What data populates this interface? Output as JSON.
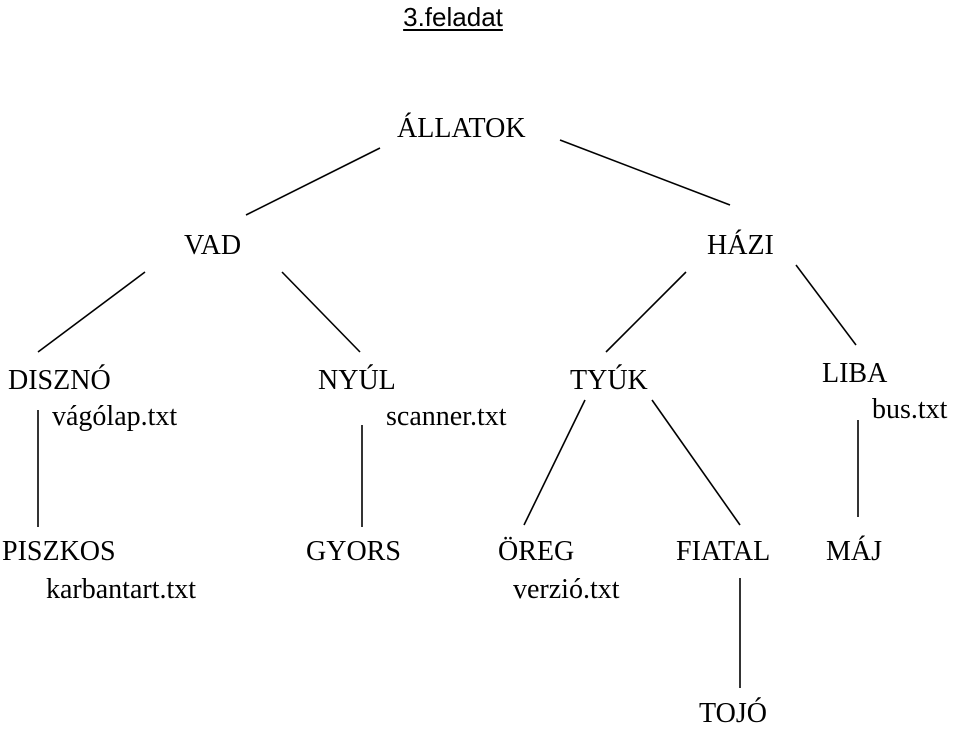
{
  "title": "3.feladat",
  "nodes": {
    "allatok": "ÁLLATOK",
    "vad": "VAD",
    "hazi": "HÁZI",
    "diszno": "DISZNÓ",
    "nyul": "NYÚL",
    "tyuk": "TYÚK",
    "liba": "LIBA",
    "piszkos": "PISZKOS",
    "gyors": "GYORS",
    "oreg": "ÖREG",
    "fiatal": "FIATAL",
    "maj": "MÁJ",
    "tojo": "TOJÓ"
  },
  "files": {
    "diszno": "vágólap.txt",
    "nyul": "scanner.txt",
    "liba": "bus.txt",
    "piszkos": "karbantart.txt",
    "oreg": "verzió.txt"
  }
}
